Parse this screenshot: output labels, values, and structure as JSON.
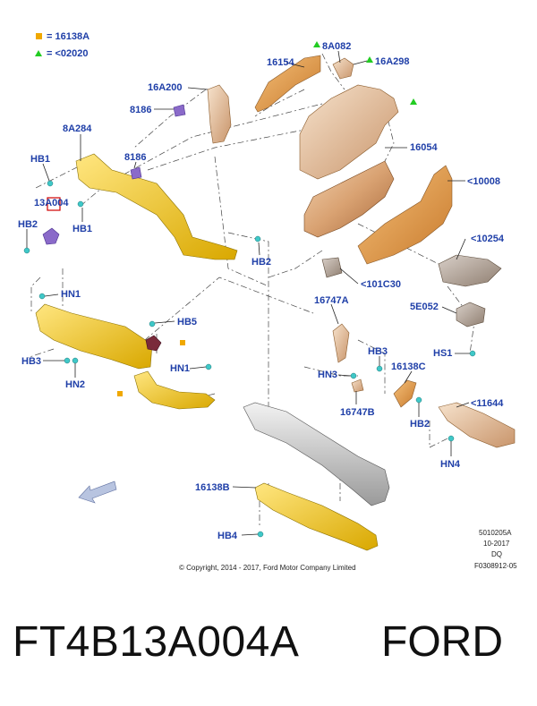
{
  "legend": {
    "square_text": "= 16138A",
    "triangle_text": "= <02020",
    "square_color": "#f0a800",
    "triangle_color": "#22cc22"
  },
  "labels": {
    "l_16154": "16154",
    "l_8A082": "8A082",
    "l_16A298": "16A298",
    "l_16A200": "16A200",
    "l_8186a": "8186",
    "l_8A284": "8A284",
    "l_16054": "16054",
    "l_HB1a": "HB1",
    "l_8186b": "8186",
    "l_13A004": "13A004",
    "l_10008": "<10008",
    "l_HB2a": "HB2",
    "l_HB1b": "HB1",
    "l_10254": "<10254",
    "l_HB2b": "HB2",
    "l_101C30": "<101C30",
    "l_HN1a": "HN1",
    "l_16747A": "16747A",
    "l_5E052": "5E052",
    "l_HB5": "HB5",
    "l_HB3a": "HB3",
    "l_HS1": "HS1",
    "l_HB3b": "HB3",
    "l_HN1b": "HN1",
    "l_16138C": "16138C",
    "l_HN3": "HN3",
    "l_HN2": "HN2",
    "l_11644": "<11644",
    "l_16747B": "16747B",
    "l_HB2c": "HB2",
    "l_HN4": "HN4",
    "l_16138B": "16138B",
    "l_HB4": "HB4"
  },
  "meta": {
    "copyright": "© Copyright, 2014 - 2017, Ford Motor Company Limited",
    "ref1": "5010205A",
    "ref2": "10-2017",
    "ref3": "DQ",
    "ref4": "F0308912-05"
  },
  "footer": {
    "part_number": "FT4B13A004A",
    "brand": "FORD"
  }
}
